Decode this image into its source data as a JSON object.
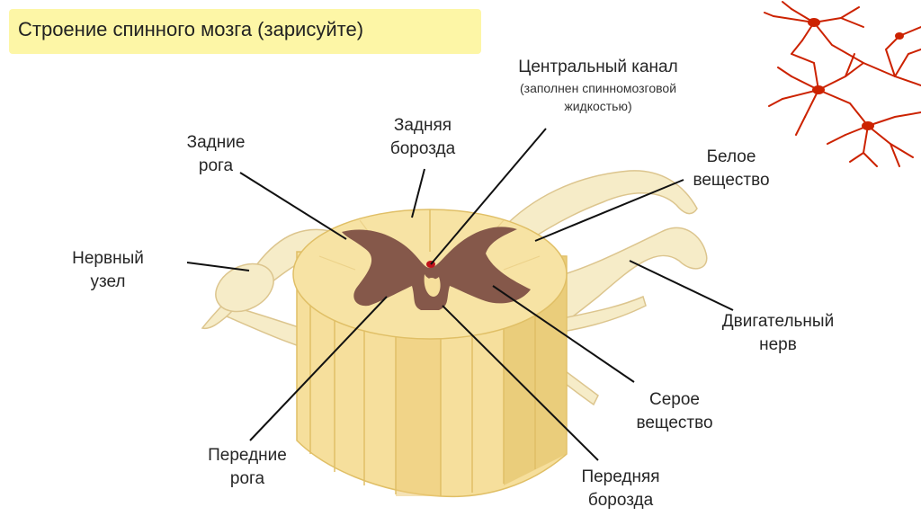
{
  "title": "Строение спинного мозга (зарисуйте)",
  "colors": {
    "title_bg": "#fdf6a6",
    "white_matter": "#f6df9c",
    "white_matter_dark": "#e5c46e",
    "grey_matter": "#85584a",
    "nerve": "#f6ecc8",
    "canal": "#c0121c",
    "neuron": "#cc2200",
    "leader": "#111111"
  },
  "labels": {
    "central_canal": {
      "line1": "Центральный канал",
      "line2": "(заполнен спинномозговой",
      "line3": "жидкостью)"
    },
    "posterior_sulcus": {
      "line1": "Задняя",
      "line2": "борозда"
    },
    "posterior_horns": {
      "line1": "Задние",
      "line2": "рога"
    },
    "white_matter": {
      "line1": "Белое",
      "line2": "вещество"
    },
    "ganglion": {
      "line1": "Нервный",
      "line2": "узел"
    },
    "motor_nerve": {
      "line1": "Двигательный",
      "line2": "нерв"
    },
    "grey_matter": {
      "line1": "Серое",
      "line2": "вещество"
    },
    "anterior_horns": {
      "line1": "Передние",
      "line2": "рога"
    },
    "anterior_fissure": {
      "line1": "Передняя",
      "line2": "борозда"
    }
  },
  "decor": {
    "corner_image": "neuron-network-icon"
  }
}
